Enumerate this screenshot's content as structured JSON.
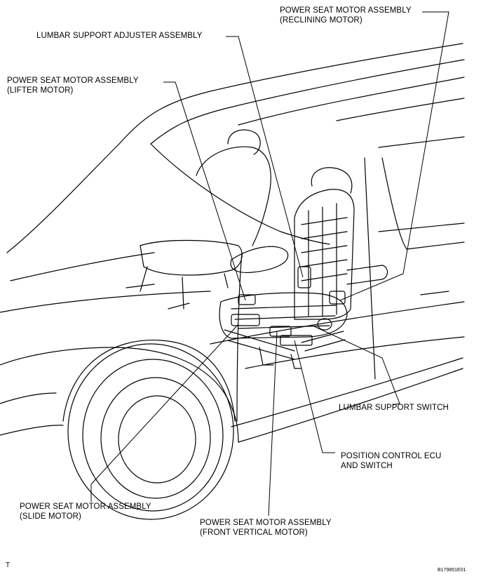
{
  "callouts": [
    {
      "id": "reclining",
      "lines": [
        "POWER SEAT MOTOR ASSEMBLY",
        "(RECLINING MOTOR)"
      ]
    },
    {
      "id": "lumbar-adjuster",
      "lines": [
        "LUMBAR SUPPORT ADJUSTER ASSEMBLY"
      ]
    },
    {
      "id": "lifter",
      "lines": [
        "POWER SEAT MOTOR ASSEMBLY",
        "(LIFTER MOTOR)"
      ]
    },
    {
      "id": "lumbar-switch",
      "lines": [
        "LUMBAR SUPPORT SWITCH"
      ]
    },
    {
      "id": "ecu",
      "lines": [
        "POSITION CONTROL ECU",
        "AND SWITCH"
      ]
    },
    {
      "id": "slide",
      "lines": [
        "POWER SEAT MOTOR ASSEMBLY",
        "(SLIDE MOTOR)"
      ]
    },
    {
      "id": "front-vertical",
      "lines": [
        "POWER SEAT MOTOR ASSEMBLY",
        "(FRONT VERTICAL MOTOR)"
      ]
    }
  ],
  "corner_mark": "T",
  "figure_code": "B179851E01"
}
